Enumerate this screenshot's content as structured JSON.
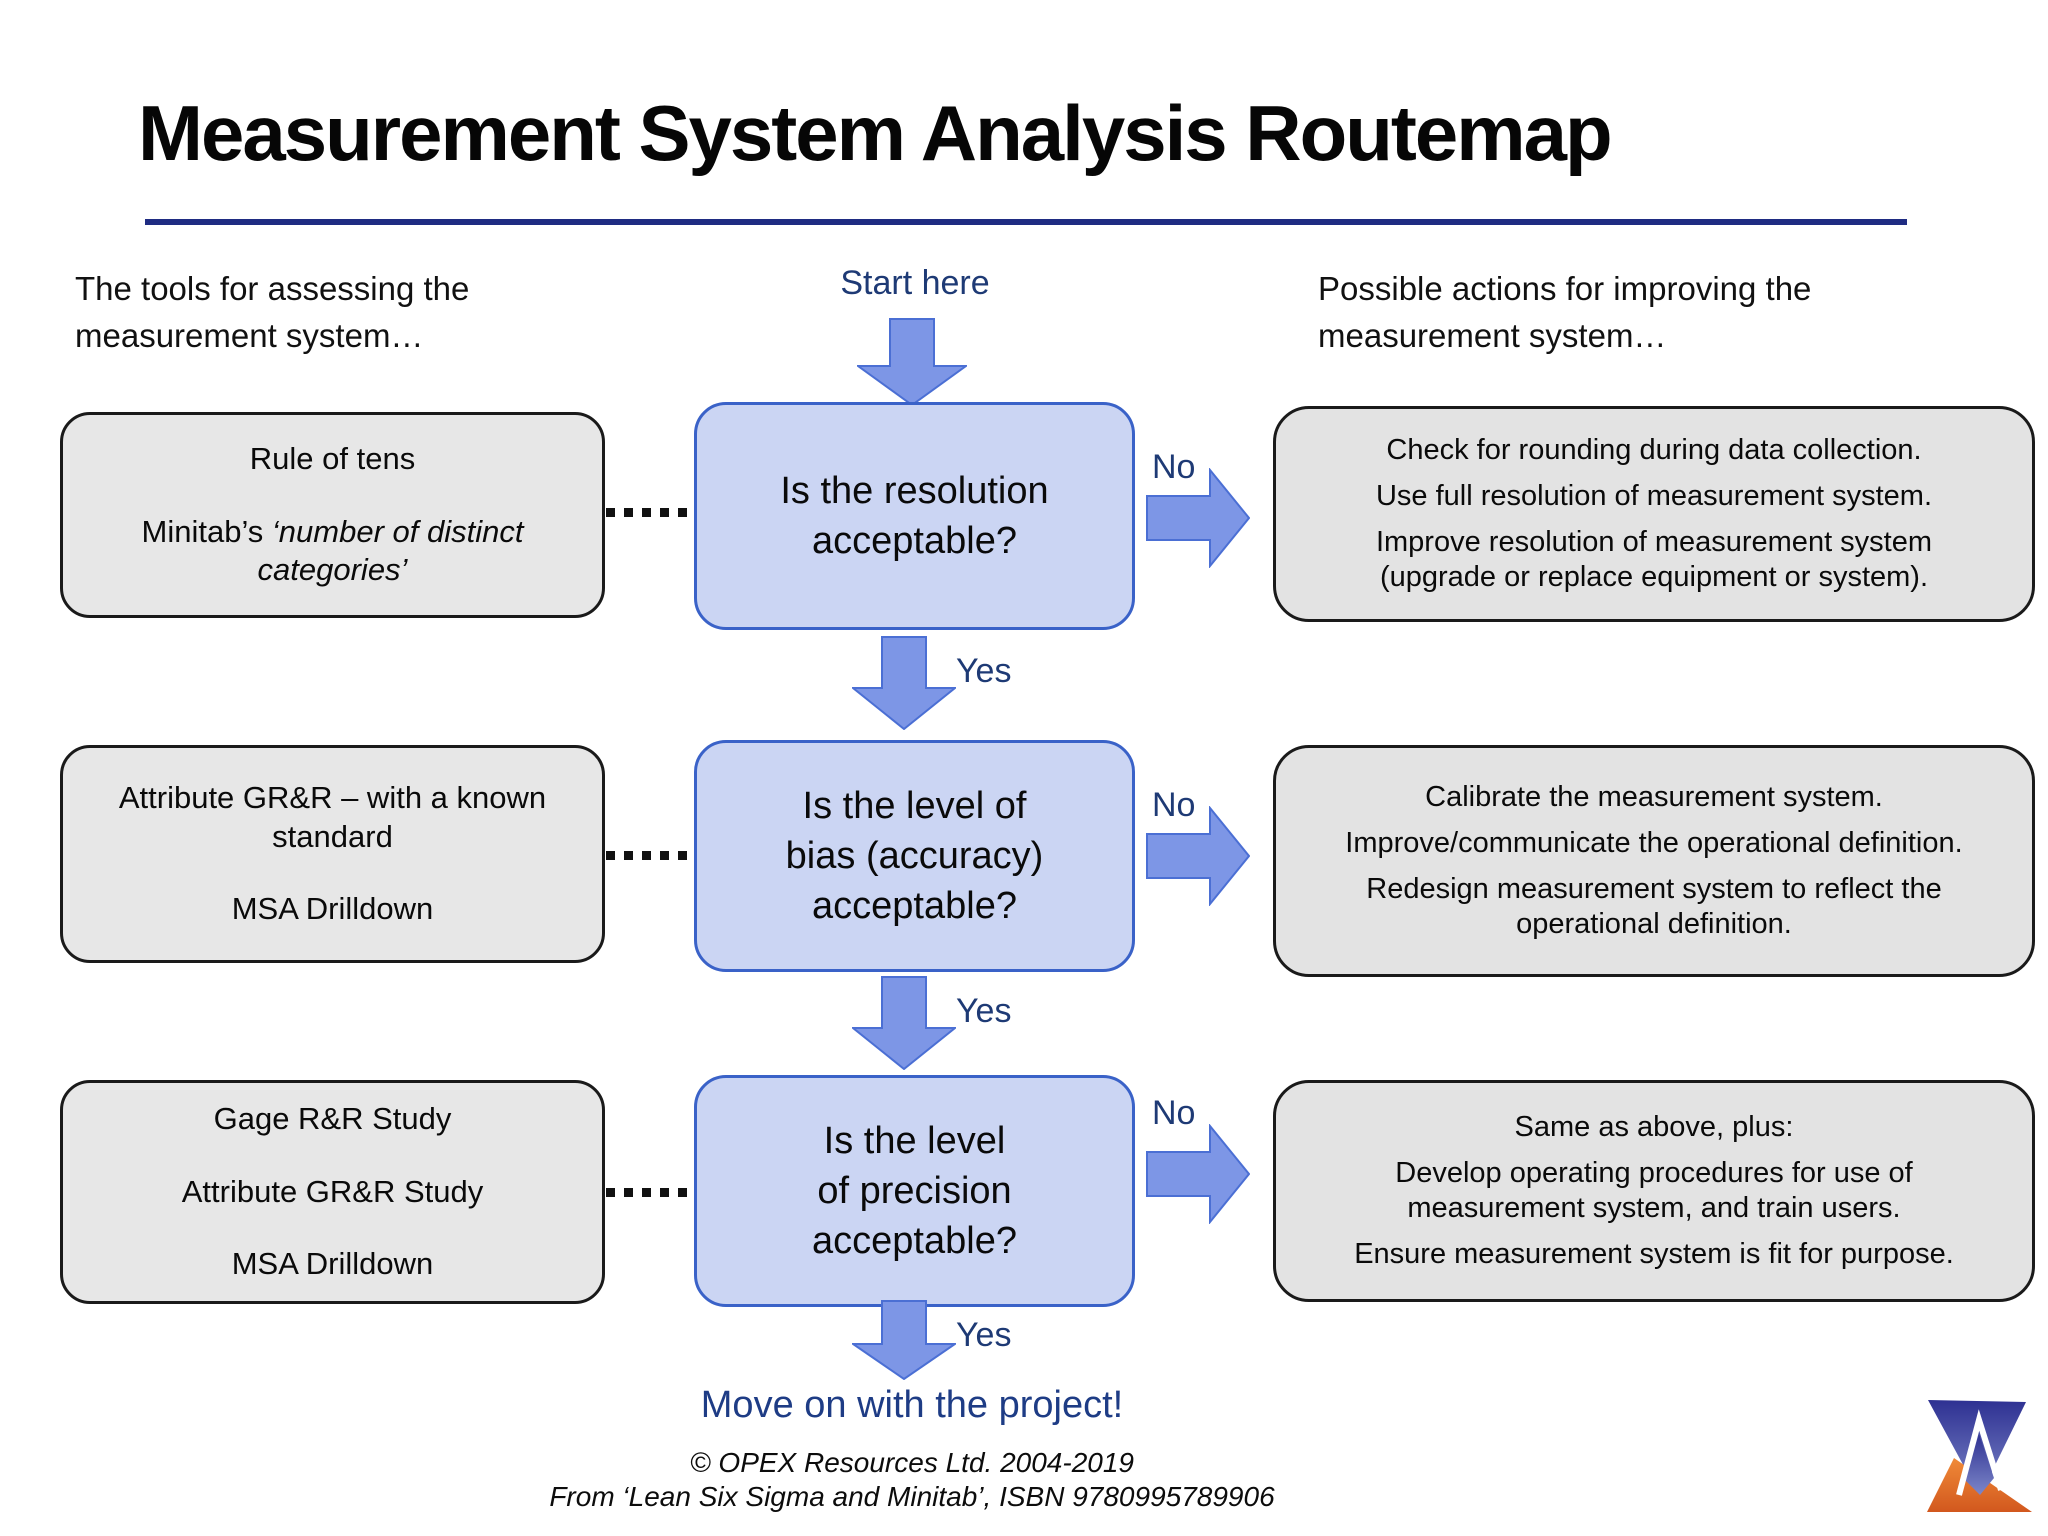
{
  "title": "Measurement System Analysis Routemap",
  "left_column_header": "The tools for assessing the measurement system…",
  "right_column_header": "Possible actions for improving the measurement system…",
  "start_label": "Start here",
  "end_label": "Move on with the project!",
  "rows": [
    {
      "tools": {
        "p1": "Rule of tens",
        "p2_prefix": "Minitab’s ",
        "p2_italic": "‘number of distinct categories’"
      },
      "question_lines": [
        "Is the resolution",
        "acceptable?"
      ],
      "no_label": "No",
      "yes_label": "Yes",
      "actions": [
        "Check for rounding during data collection.",
        "Use full resolution of measurement system.",
        "Improve resolution of measurement system (upgrade or replace equipment or system)."
      ]
    },
    {
      "tools": {
        "p1": "Attribute GR&R – with a known standard",
        "p2": "MSA Drilldown"
      },
      "question_lines": [
        "Is the level of",
        "bias (accuracy)",
        "acceptable?"
      ],
      "no_label": "No",
      "yes_label": "Yes",
      "actions": [
        "Calibrate the measurement system.",
        "Improve/communicate the operational definition.",
        "Redesign measurement system to reflect the operational definition."
      ]
    },
    {
      "tools": {
        "p1": "Gage R&R Study",
        "p2": "Attribute GR&R Study",
        "p3": "MSA Drilldown"
      },
      "question_lines": [
        "Is the level",
        "of precision",
        "acceptable?"
      ],
      "no_label": "No",
      "yes_label": "Yes",
      "actions": [
        "Same as above, plus:",
        "Develop operating procedures for use of measurement system, and train users.",
        "Ensure measurement system is fit for purpose."
      ]
    }
  ],
  "footer": {
    "line1": "© OPEX Resources Ltd. 2004-2019",
    "line2": "From ‘Lean Six Sigma and Minitab’, ISBN 9780995789906"
  },
  "colors": {
    "arrow_fill": "#7d96e6",
    "arrow_stroke": "#4b6fd4",
    "question_box_fill": "#cbd5f3",
    "question_box_border": "#3a62c8",
    "tool_box_fill": "#e7e7e7",
    "action_box_fill": "#e3e3e3",
    "box_border_dark": "#1a1a1a",
    "navy_label": "#1e3a75",
    "title_rule": "#1f2c82",
    "logo_blue": "#2e3192",
    "logo_orange": "#e8742a"
  },
  "logo_name": "opex-hourglass-logo"
}
